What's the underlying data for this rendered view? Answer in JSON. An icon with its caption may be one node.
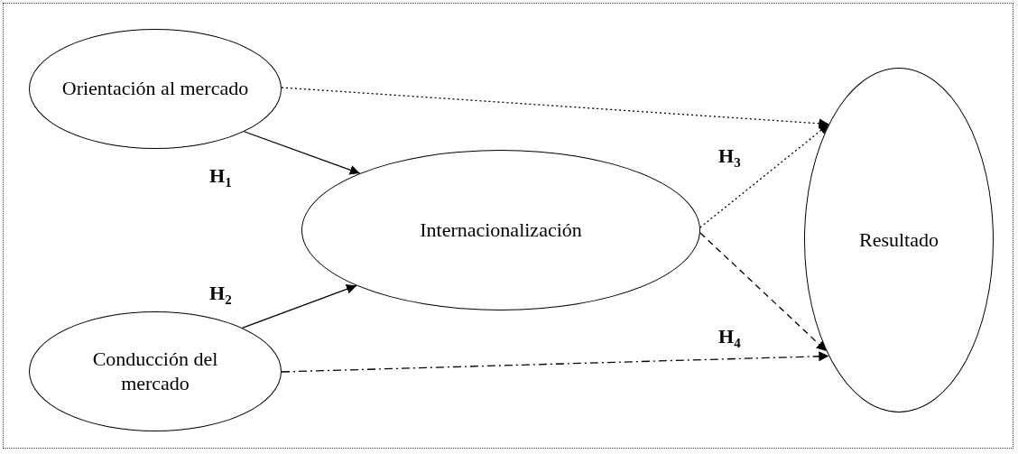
{
  "diagram": {
    "nodes": [
      {
        "text": [
          "Orientación al mercado"
        ]
      },
      {
        "text": [
          "Internacionalización"
        ]
      },
      {
        "text": [
          "Conducción del mercado"
        ]
      },
      {
        "text": [
          "Resultado"
        ]
      }
    ],
    "edges": [
      {
        "from": 0,
        "to": 3,
        "arrow": "to",
        "style": "dashed"
      },
      {
        "from": 0,
        "to": 1,
        "arrow": "to"
      },
      {
        "from": 2,
        "to": 1,
        "arrow": "to"
      },
      {
        "from": 1,
        "to": 3,
        "arrow": "to",
        "style": "dashed"
      },
      {
        "from": 1,
        "to": 3,
        "arrow": "to",
        "style": "dashed"
      },
      {
        "from": 2,
        "to": 3,
        "arrow": "to",
        "style": "dashed"
      }
    ],
    "labels": [
      "H$_{1}$",
      "H$_{2}$",
      "H$_{3}$",
      "H$_{4}$"
    ]
  }
}
